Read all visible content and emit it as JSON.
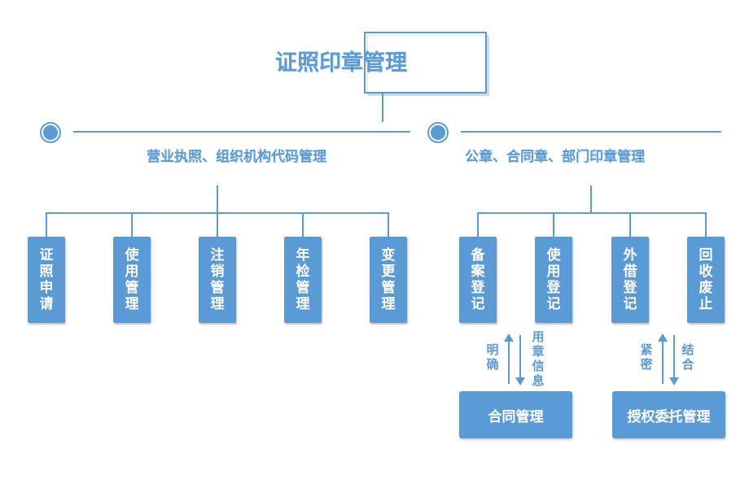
{
  "title": "证照印章管理",
  "sections": [
    {
      "title": "营业执照、组织机构代码管理",
      "items": [
        "证照申请",
        "使用管理",
        "注销管理",
        "年检管理",
        "变更管理"
      ]
    },
    {
      "title": "公章、合同章、部门印章管理",
      "items": [
        "备案登记",
        "使用登记",
        "外借登记",
        "回收废止"
      ]
    }
  ],
  "links": [
    {
      "up_label": "明确",
      "down_label": "用章信息",
      "target": "合同管理"
    },
    {
      "up_label": "紧密",
      "down_label": "结合",
      "target": "授权委托管理"
    }
  ],
  "colors": {
    "accent": "#5b9bd5",
    "text_on_accent": "#ffffff"
  }
}
